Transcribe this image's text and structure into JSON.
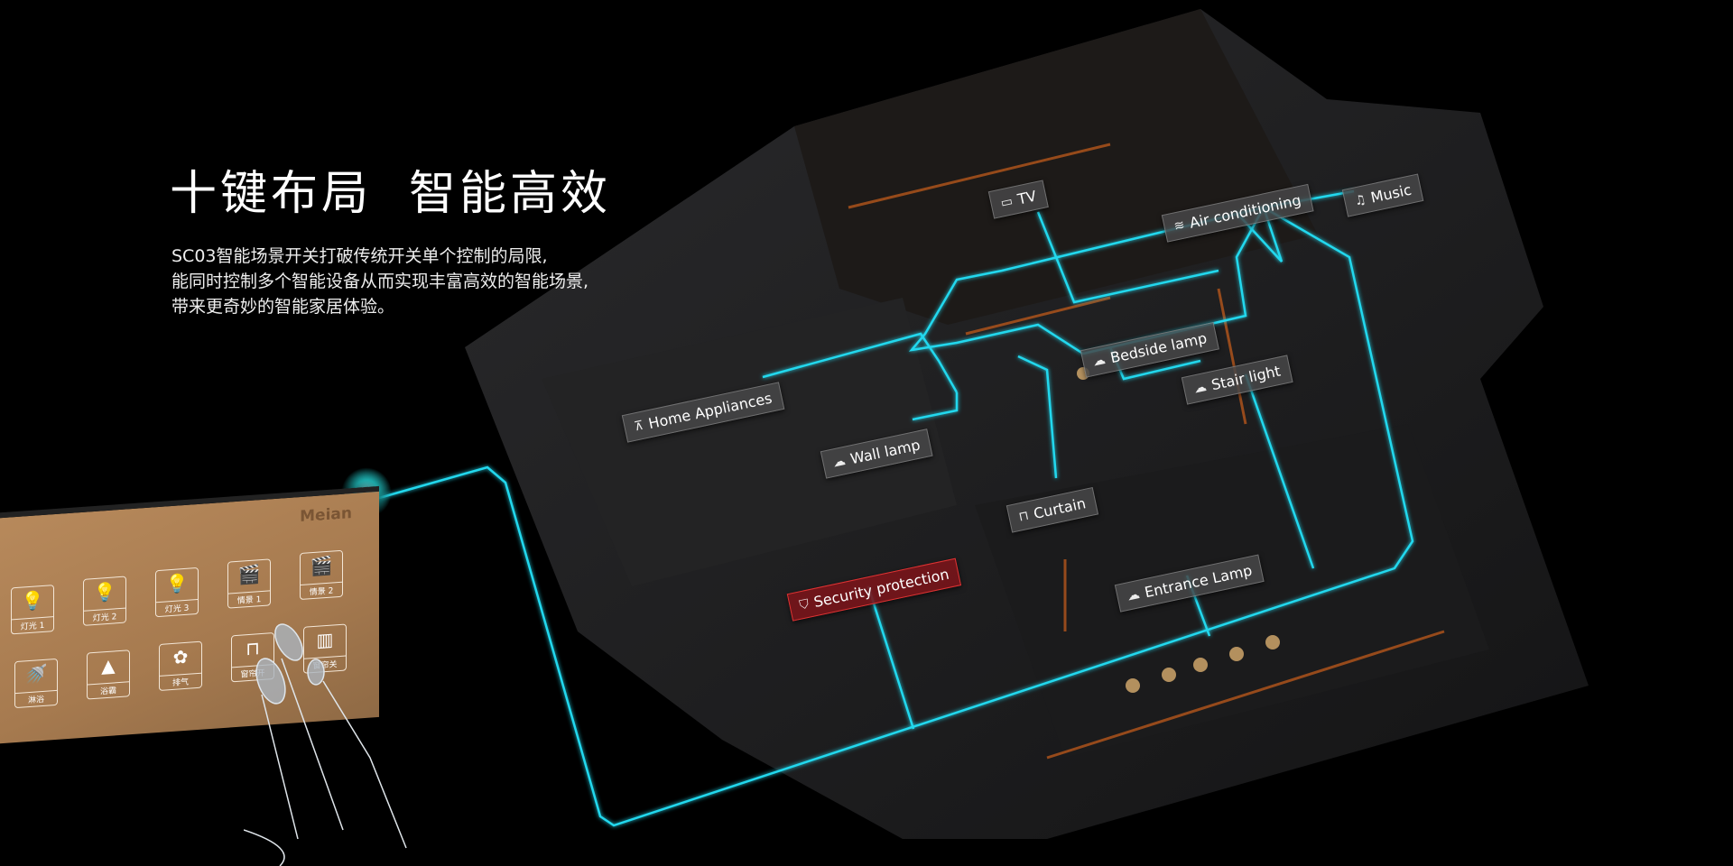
{
  "heading": "十键布局  智能高效",
  "description": [
    "SC03智能场景开关打破传统开关单个控制的局限,",
    "能同时控制多个智能设备从而实现丰富高效的智能场景,",
    "带来更奇妙的智能家居体验。"
  ],
  "device_tags": {
    "tv": "TV",
    "air_conditioning": "Air conditioning",
    "music": "Music",
    "home_appliances": "Home Appliances",
    "bedside_lamp": "Bedside lamp",
    "stair_light": "Stair light",
    "wall_lamp": "Wall lamp",
    "curtain": "Curtain",
    "security": "Security protection",
    "entrance_lamp": "Entrance Lamp"
  },
  "panel": {
    "brand": "Meian",
    "keys": [
      "灯光 1",
      "灯光 2",
      "灯光 3",
      "情景 1",
      "情景 2",
      "淋浴",
      "浴霸",
      "排气",
      "窗帘开",
      "窗帘关"
    ]
  },
  "colors": {
    "accent": "#22d8ee",
    "panel": "#b08458",
    "alert": "#c0262e"
  }
}
